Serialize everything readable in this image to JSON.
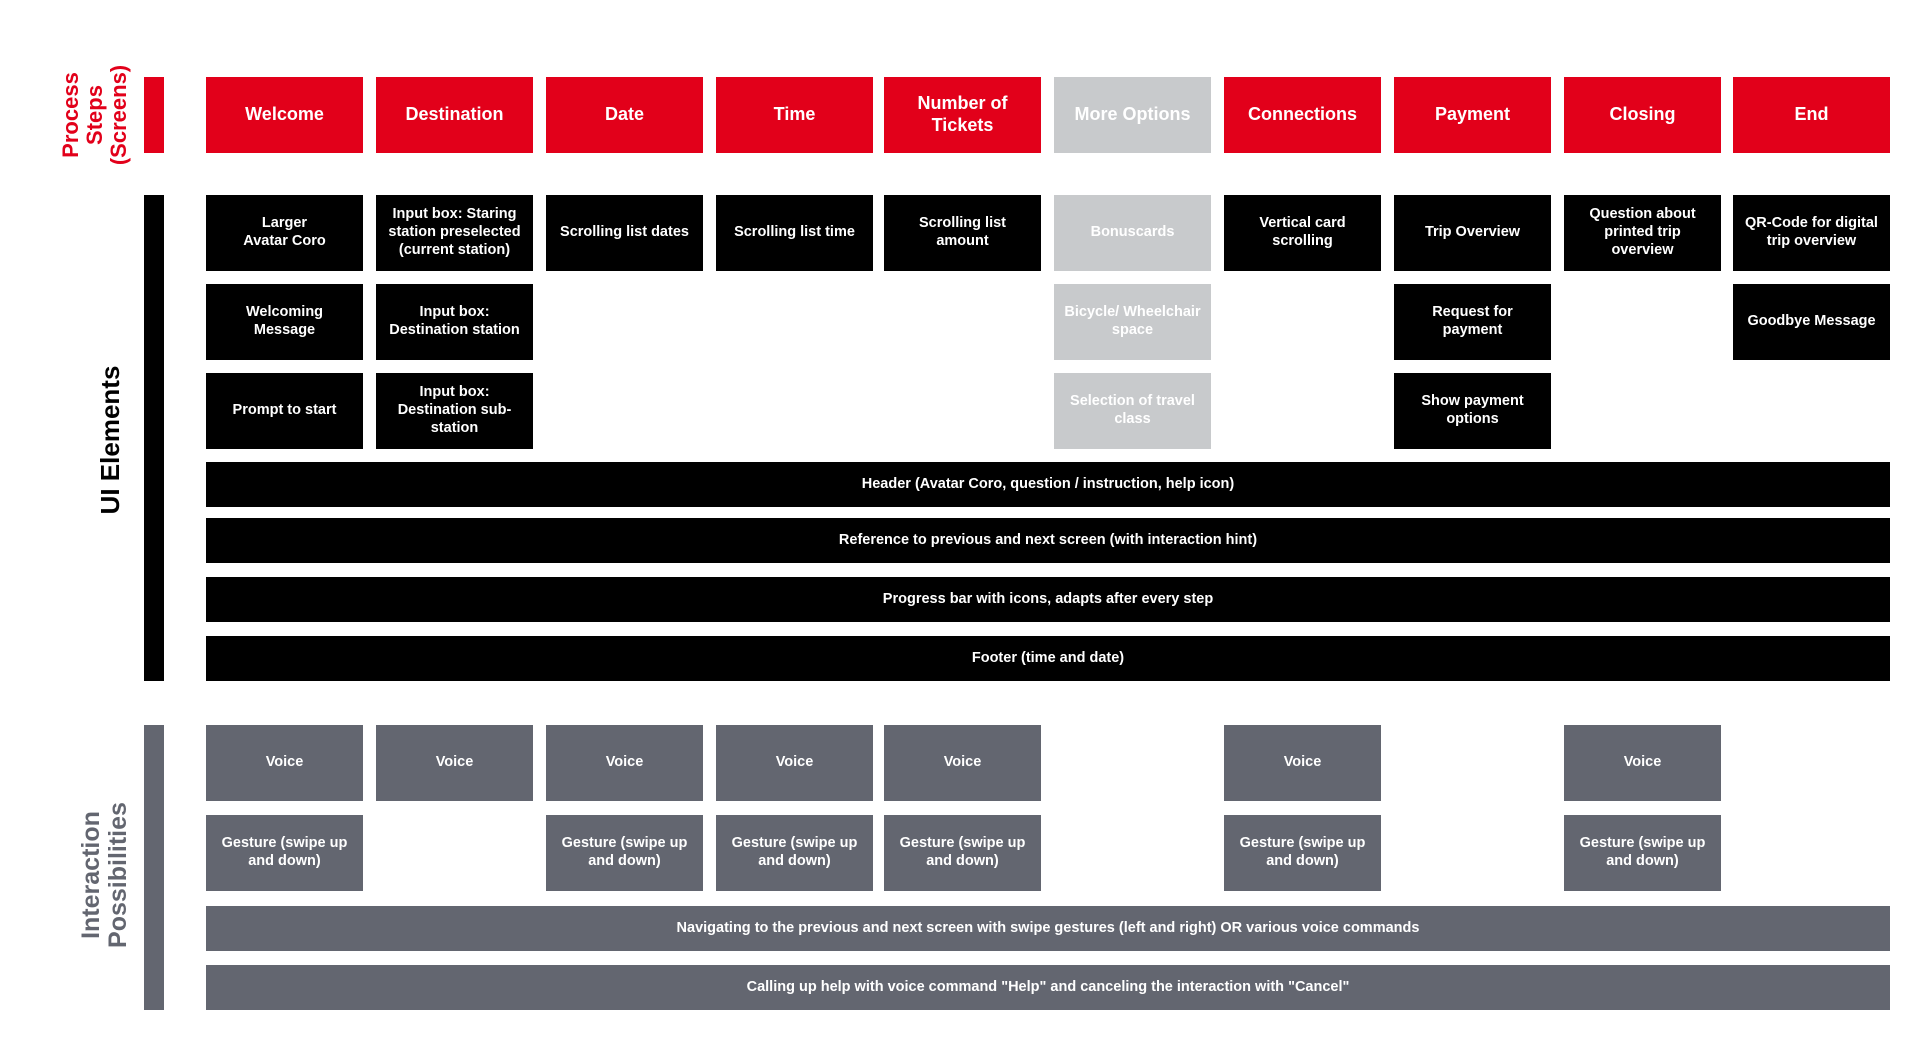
{
  "colors": {
    "red": "#e2001a",
    "black": "#000000",
    "gray": "#636670",
    "light_gray": "#c8cacc"
  },
  "sections": {
    "process": [
      "Process",
      "Steps",
      "(Screens)"
    ],
    "ui": "UI Elements",
    "interaction": [
      "Interaction",
      "Possibilities"
    ]
  },
  "steps": [
    "Welcome",
    "Destination",
    "Date",
    "Time",
    "Number of\nTickets",
    "More Options",
    "Connections",
    "Payment",
    "Closing",
    "End"
  ],
  "ui_elements": {
    "welcome": [
      "Larger\nAvatar Coro",
      "Welcoming\nMessage",
      "Prompt to start"
    ],
    "destination": [
      "Input box: Staring\nstation preselected\n(current station)",
      "Input box:\nDestination station",
      "Input box:\nDestination sub-\nstation"
    ],
    "date": [
      "Scrolling list dates"
    ],
    "time": [
      "Scrolling list time"
    ],
    "tickets": [
      "Scrolling list\namount"
    ],
    "more_options": [
      "Bonuscards",
      "Bicycle/ Wheelchair\nspace",
      "Selection of travel\nclass"
    ],
    "connections": [
      "Vertical card\nscrolling"
    ],
    "payment": [
      "Trip Overview",
      "Request for\npayment",
      "Show payment\noptions"
    ],
    "closing": [
      "Question about\nprinted trip\noverview"
    ],
    "end": [
      "QR-Code for digital\ntrip overview",
      "Goodbye Message"
    ]
  },
  "wide_ui": [
    "Header (Avatar Coro, question / instruction, help icon)",
    "Reference to previous and next screen (with interaction hint)",
    "Progress bar with icons, adapts after every step",
    "Footer (time and date)"
  ],
  "interactions": {
    "voice": "Voice",
    "gesture": "Gesture (swipe up\nand down)"
  },
  "wide_interactions": [
    "Navigating to the previous and next screen with swipe gestures (left and right) OR various voice commands",
    "Calling up help with voice command \"Help\" and canceling the interaction with \"Cancel\""
  ]
}
